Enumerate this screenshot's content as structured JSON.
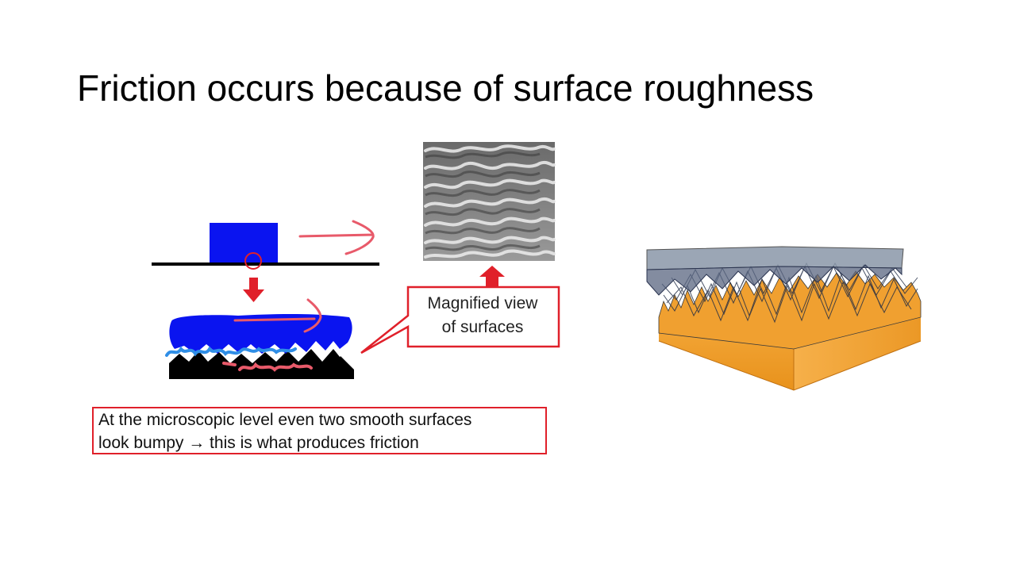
{
  "slide": {
    "title": "Friction occurs because of surface roughness"
  },
  "callout": {
    "line1": "Magnified view",
    "line2": "of surfaces"
  },
  "caption": {
    "line1": "At the microscopic level even two smooth surfaces",
    "line2": "look bumpy → this is what produces friction"
  },
  "colors": {
    "block_blue": "#0a14f0",
    "annotation_red": "#e0202a",
    "ink_pen_red": "#e85a6a",
    "ink_pen_blue": "#2f8ee6",
    "upper_surface": "#8a96a8",
    "lower_surface": "#f2a02c"
  }
}
